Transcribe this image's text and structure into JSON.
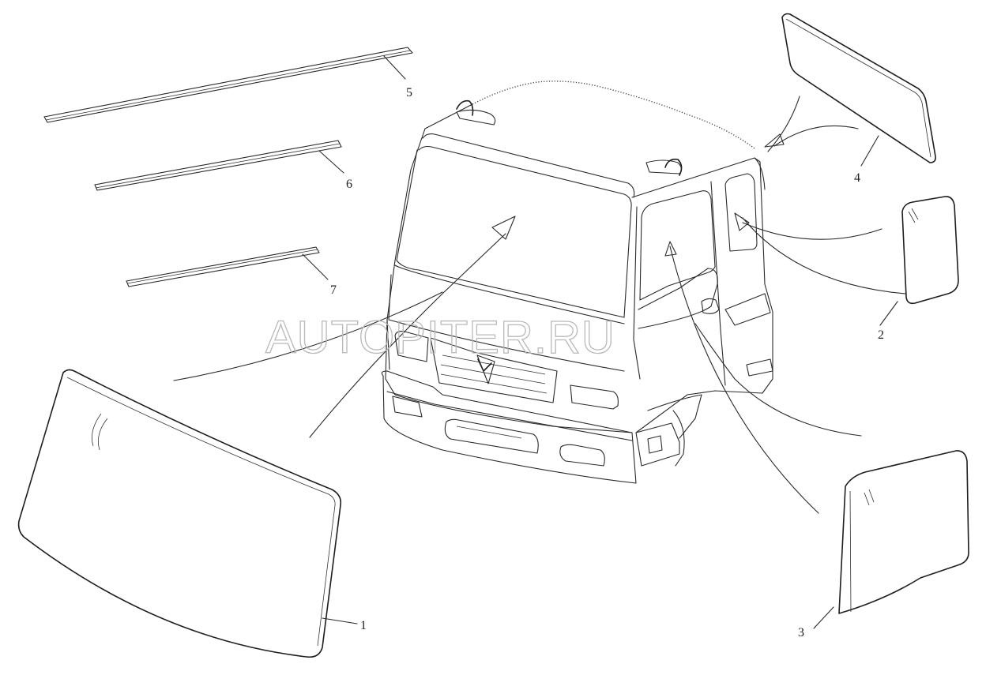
{
  "diagram": {
    "watermark": "AUTOPITER.RU",
    "callouts": [
      {
        "id": "1",
        "label": "1",
        "part": "windshield-glass"
      },
      {
        "id": "2",
        "label": "2",
        "part": "rear-corner-glass"
      },
      {
        "id": "3",
        "label": "3",
        "part": "door-glass"
      },
      {
        "id": "4",
        "label": "4",
        "part": "rear-window-glass"
      },
      {
        "id": "5",
        "label": "5",
        "part": "seal-strip-long"
      },
      {
        "id": "6",
        "label": "6",
        "part": "seal-strip-medium"
      },
      {
        "id": "7",
        "label": "7",
        "part": "seal-strip-short"
      }
    ]
  }
}
